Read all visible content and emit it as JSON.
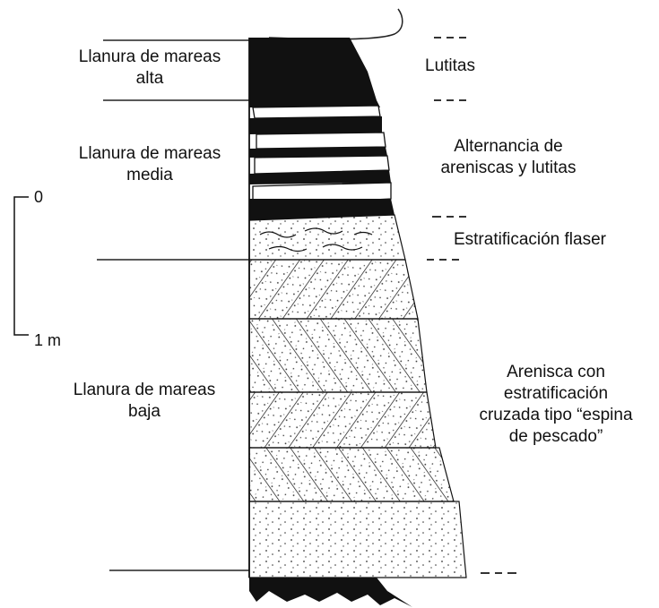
{
  "zones": [
    {
      "id": "upper",
      "lines": [
        "Llanura de mareas",
        "alta"
      ]
    },
    {
      "id": "middle",
      "lines": [
        "Llanura de mareas",
        "media"
      ]
    },
    {
      "id": "lower",
      "lines": [
        "Llanura de mareas",
        "baja"
      ]
    }
  ],
  "units": [
    {
      "id": "lutitas",
      "lines": [
        "Lutitas"
      ]
    },
    {
      "id": "alternancia",
      "lines": [
        "Alternancia de",
        "areniscas y lutitas"
      ]
    },
    {
      "id": "flaser",
      "lines": [
        "Estratificación flaser"
      ]
    },
    {
      "id": "herringbone",
      "lines": [
        "Arenisca con",
        "estratificación",
        "cruzada tipo “espina",
        "de pescado”"
      ]
    }
  ],
  "scale": {
    "top_label": "0",
    "bottom_label": "1 m"
  }
}
